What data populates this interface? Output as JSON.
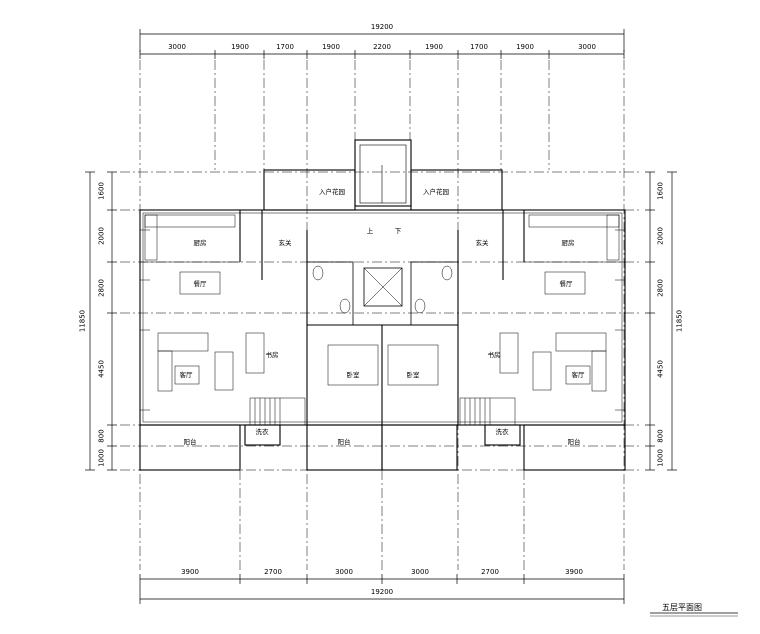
{
  "drawing": {
    "title": "五层平面图",
    "overall_width": "19200",
    "overall_width_bottom": "19200",
    "overall_depth_left": "11850",
    "overall_depth_right": "11850",
    "top_dims": [
      "3000",
      "1900",
      "1700",
      "1900",
      "2200",
      "1900",
      "1700",
      "1900",
      "3000"
    ],
    "bottom_dims": [
      "3900",
      "2700",
      "3000",
      "3000",
      "2700",
      "3900"
    ],
    "left_dims": [
      "1600",
      "2000",
      "2800",
      "4450",
      "800",
      "1000"
    ],
    "right_dims": [
      "1600",
      "2000",
      "2800",
      "4450",
      "800",
      "1000"
    ],
    "rooms": {
      "entry_garden_left": "入户花园",
      "entry_garden_right": "入户花园",
      "kitchen_left": "厨房",
      "kitchen_right": "厨房",
      "foyer_left": "玄关",
      "foyer_right": "玄关",
      "dining_left": "餐厅",
      "dining_right": "餐厅",
      "living_left": "客厅",
      "living_right": "客厅",
      "bedroom_left": "卧室",
      "bedroom_right": "卧室",
      "balcony_left": "阳台",
      "balcony_mid": "阳台",
      "balcony_right": "阳台",
      "laundry_left": "洗衣",
      "laundry_right": "洗衣",
      "study_left": "书房",
      "study_right": "书房",
      "stair_up": "上",
      "stair_down": "下"
    }
  }
}
